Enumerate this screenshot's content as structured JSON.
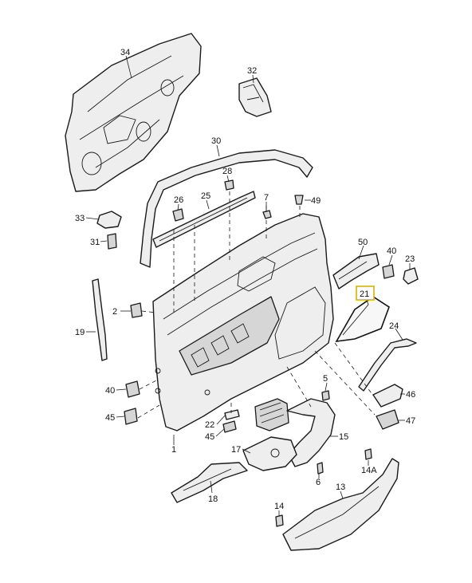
{
  "callouts": {
    "c34": "34",
    "c32": "32",
    "c30": "30",
    "c28": "28",
    "c26": "26",
    "c25": "25",
    "c7": "7",
    "c49": "49",
    "c33": "33",
    "c31": "31",
    "c50": "50",
    "c40a": "40",
    "c23": "23",
    "c21": "21",
    "c2": "2",
    "c19": "19",
    "c24": "24",
    "c40b": "40",
    "c5": "5",
    "c46": "46",
    "c45a": "45",
    "c22": "22",
    "c45b": "45",
    "c47": "47",
    "c15": "15",
    "c1": "1",
    "c17": "17",
    "c14a": "14A",
    "c6": "6",
    "c18": "18",
    "c13": "13",
    "c14": "14"
  },
  "highlight": {
    "part": "21",
    "color": "#d9b200"
  }
}
